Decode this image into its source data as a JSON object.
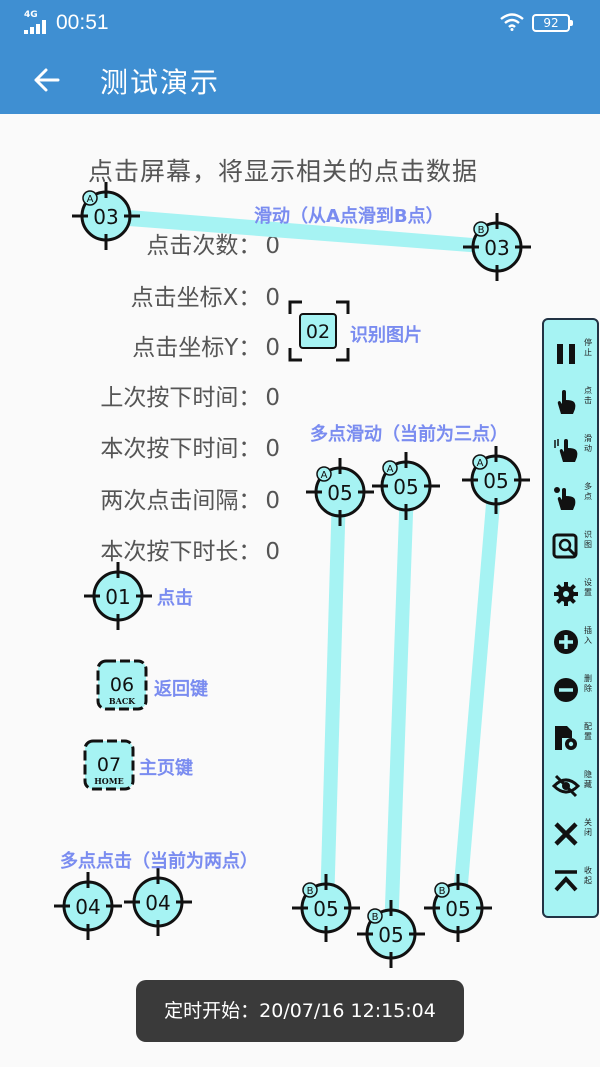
{
  "status_bar": {
    "network": "4G",
    "time": "00:51",
    "battery": "92"
  },
  "app_bar": {
    "title": "测试演示",
    "back_icon": "arrow-left-icon"
  },
  "hint": "点击屏幕，将显示相关的点击数据",
  "stats": [
    {
      "label": "点击次数：",
      "value": "0"
    },
    {
      "label": "点击坐标X：",
      "value": "0"
    },
    {
      "label": "点击坐标Y：",
      "value": "0"
    },
    {
      "label": "上次按下时间：",
      "value": "0"
    },
    {
      "label": "本次按下时间：",
      "value": "0"
    },
    {
      "label": "两次点击间隔：",
      "value": "0"
    },
    {
      "label": "本次按下时长：",
      "value": "0"
    }
  ],
  "labels": {
    "swipe": "滑动（从A点滑到B点）",
    "recognize": "识别图片",
    "multi_swipe": "多点滑动（当前为三点）",
    "click": "点击",
    "back_key": "返回键",
    "home_key": "主页键",
    "multi_click": "多点点击（当前为两点）"
  },
  "markers": {
    "swipe_num": "03",
    "swipe_a": "A",
    "swipe_b": "B",
    "recognize_num": "02",
    "multi_swipe_num": "05",
    "click_num": "01",
    "back_num": "06",
    "back_sub": "BACK",
    "home_num": "07",
    "home_sub": "HOME",
    "multi_click_num": "04"
  },
  "toolbar": [
    {
      "icon": "pause-icon",
      "label": "停止"
    },
    {
      "icon": "tap-hand-icon",
      "label": "点击"
    },
    {
      "icon": "swipe-hand-icon",
      "label": "滑动"
    },
    {
      "icon": "multi-tap-hand-icon",
      "label": "多点"
    },
    {
      "icon": "image-search-icon",
      "label": "识图"
    },
    {
      "icon": "gear-icon",
      "label": "设置"
    },
    {
      "icon": "plus-circle-icon",
      "label": "插入"
    },
    {
      "icon": "minus-circle-icon",
      "label": "删除"
    },
    {
      "icon": "config-file-icon",
      "label": "配置"
    },
    {
      "icon": "eye-off-icon",
      "label": "隐藏"
    },
    {
      "icon": "close-icon",
      "label": "关闭"
    },
    {
      "icon": "collapse-icon",
      "label": "收起"
    }
  ],
  "toast": "定时开始：20/07/16 12:15:04",
  "colors": {
    "primary": "#3f8fd2",
    "marker": "#a6f3f3",
    "label": "#7a8cf0"
  }
}
